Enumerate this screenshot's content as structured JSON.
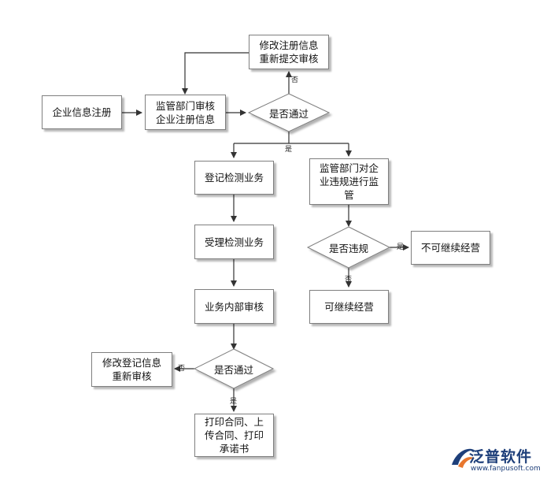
{
  "nodes": {
    "enterprise_register": "企业信息注册",
    "supervise_review": "监管部门审核\n企业注册信息",
    "modify_register": "修改注册信息\n重新提交审核",
    "decision_pass_1": "是否通过",
    "register_detection": "登记检测业务",
    "accept_detection": "受理检测业务",
    "internal_review": "业务内部审核",
    "decision_pass_2": "是否通过",
    "modify_registration": "修改登记信息\n重新审核",
    "print_contract": "打印合同、上\n传合同、打印\n承诺书",
    "supervise_violation": "监管部门对企\n业违规进行监\n管",
    "decision_violation": "是否违规",
    "cannot_continue": "不可继续经营",
    "can_continue": "可继续经营"
  },
  "edge_labels": {
    "no_1": "否",
    "yes_1": "是",
    "no_2": "否",
    "yes_2": "是",
    "yes_violation": "是",
    "no_violation": "否"
  },
  "logo": {
    "name": "泛普软件",
    "url": "www.fanpusoft.com"
  },
  "colors": {
    "line": "#333333",
    "box_border": "#7f7f7f",
    "logo_blue": "#1e3f7a",
    "logo_orange": "#e8772e"
  }
}
